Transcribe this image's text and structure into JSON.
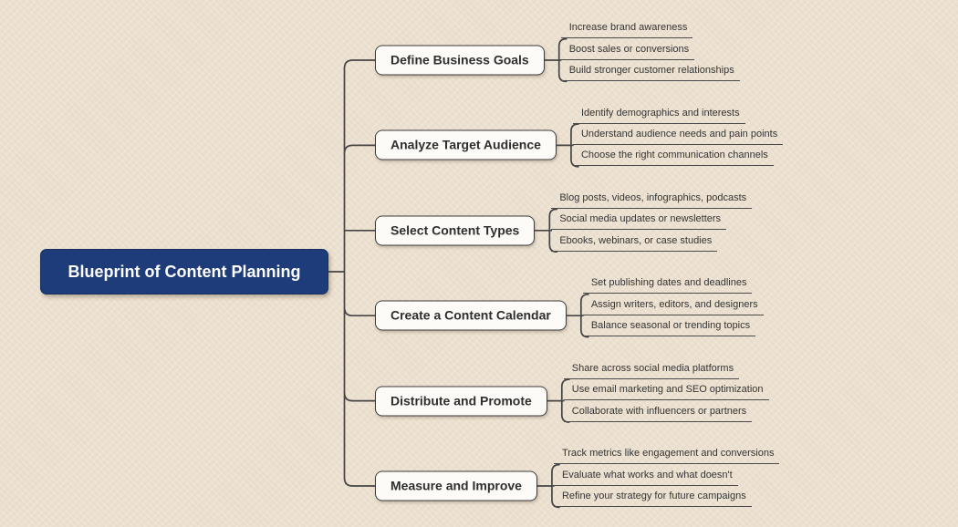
{
  "root": {
    "label": "Blueprint of Content Planning"
  },
  "branches": [
    {
      "label": "Define Business Goals",
      "children": [
        "Increase brand awareness",
        "Boost sales or conversions",
        "Build stronger customer relationships"
      ]
    },
    {
      "label": "Analyze Target Audience",
      "children": [
        "Identify demographics and interests",
        "Understand audience needs and pain points",
        "Choose the right communication channels"
      ]
    },
    {
      "label": "Select Content Types",
      "children": [
        "Blog posts, videos, infographics, podcasts",
        "Social media updates or newsletters",
        "Ebooks, webinars, or case studies"
      ]
    },
    {
      "label": "Create a Content Calendar",
      "children": [
        "Set publishing dates and deadlines",
        "Assign writers, editors, and designers",
        "Balance seasonal or trending topics"
      ]
    },
    {
      "label": "Distribute and Promote",
      "children": [
        "Share across social media platforms",
        "Use email marketing and SEO optimization",
        "Collaborate with influencers or partners"
      ]
    },
    {
      "label": "Measure and Improve",
      "children": [
        "Track metrics like engagement and conversions",
        "Evaluate what works and what doesn't",
        "Refine your strategy for future campaigns"
      ]
    }
  ],
  "colors": {
    "background": "#ece1d1",
    "line": "#454545",
    "root_bg": "#1e3c7a",
    "root_text": "#ffffff",
    "node_bg": "#fcfbf7",
    "node_border": "#3b3b3b",
    "node_text": "#2e2e2e",
    "child_text": "#333333"
  }
}
